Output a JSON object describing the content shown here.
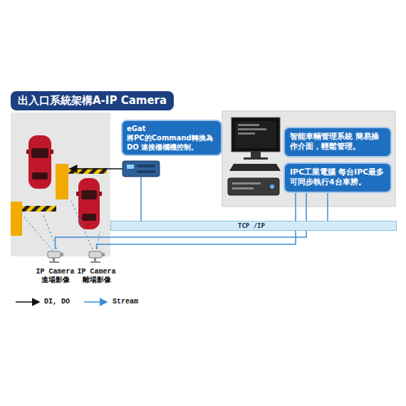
{
  "diagram": {
    "title": "出入口系統架構A-IP Camera",
    "nodes": [
      {
        "text": [
          "eGat",
          "將PC的Command轉換為DO 連接柵欄機控制。"
        ]
      },
      {
        "text": [
          "TCP /IP"
        ]
      },
      {
        "text": [
          "智能車輛管理系統 簡易操作介面，輕鬆管理。"
        ]
      },
      {
        "text": [
          "IPC工業電腦 每台IPC最多可同步執行4台車辨。"
        ]
      },
      {
        "text": [
          "IP Camera 進場影像"
        ]
      },
      {
        "text": [
          "IP Camera 離場影像"
        ]
      }
    ],
    "edges": [
      {
        "from": 4,
        "to": 3,
        "arrow": "none"
      },
      {
        "from": 5,
        "to": 3,
        "arrow": "none"
      },
      {
        "from": 3,
        "to": 1,
        "arrow": "none"
      }
    ],
    "legend": [
      {
        "text": "DI, DO"
      },
      {
        "text": "Stream"
      }
    ]
  }
}
